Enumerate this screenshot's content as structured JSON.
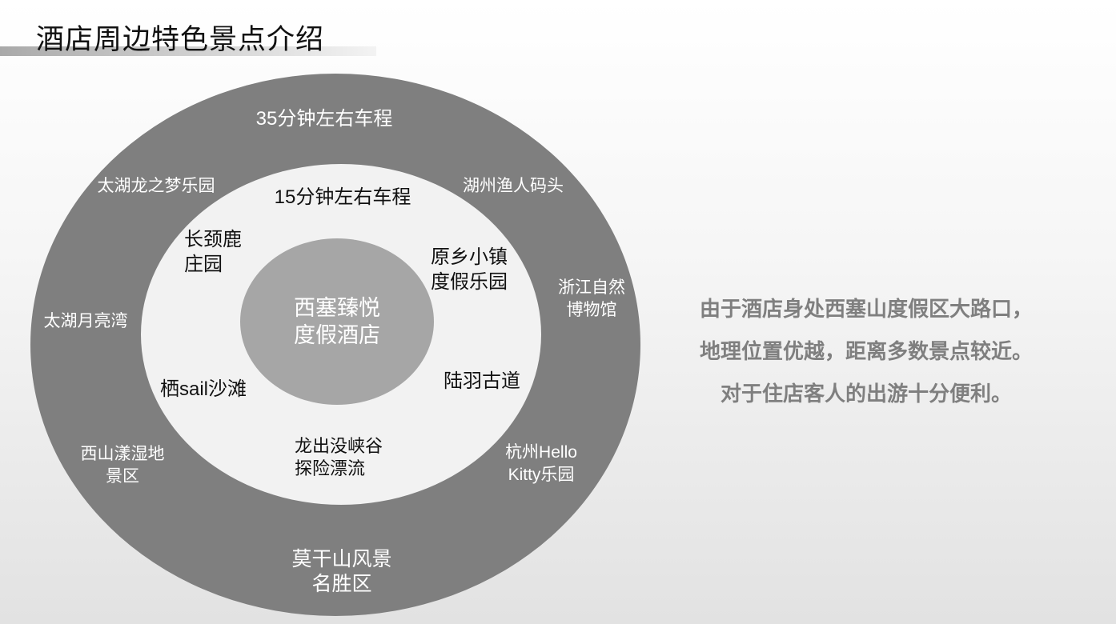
{
  "title": "酒店周边特色景点介绍",
  "diagram": {
    "outer_ring": {
      "label": "35分钟左右车程",
      "places": [
        {
          "lines": [
            "太湖龙之梦乐园"
          ]
        },
        {
          "lines": [
            "湖州渔人码头"
          ]
        },
        {
          "lines": [
            "浙江自然",
            "博物馆"
          ]
        },
        {
          "lines": [
            "太湖月亮湾"
          ]
        },
        {
          "lines": [
            "西山漾湿地",
            "景区"
          ]
        },
        {
          "lines": [
            "杭州Hello",
            "Kitty乐园"
          ]
        },
        {
          "lines": [
            "莫干山风景",
            "名胜区"
          ]
        }
      ]
    },
    "inner_ring": {
      "label": "15分钟左右车程",
      "places": [
        {
          "lines": [
            "长颈鹿",
            "庄园"
          ]
        },
        {
          "lines": [
            "原乡小镇",
            "度假乐园"
          ]
        },
        {
          "lines": [
            "栖sail沙滩"
          ]
        },
        {
          "lines": [
            "陆羽古道"
          ]
        },
        {
          "lines": [
            "龙出没峡谷",
            "探险漂流"
          ]
        }
      ]
    },
    "center": {
      "lines": [
        "西塞臻悦",
        "度假酒店"
      ]
    }
  },
  "description": [
    "由于酒店身处西塞山度假区大路口，",
    "地理位置优越，距离多数景点较近。",
    "对于住店客人的出游十分便利。"
  ],
  "colors": {
    "outer_ring": "#7f7f7f",
    "inner_ring": "#f2f2f2",
    "center": "#a6a6a6",
    "description_text": "#7f7f7f"
  }
}
